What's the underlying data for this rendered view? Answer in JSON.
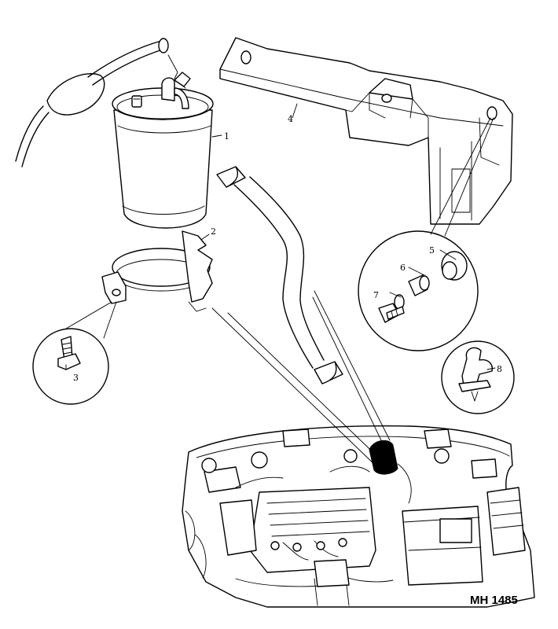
{
  "callouts": [
    {
      "id": "1",
      "label": "1"
    },
    {
      "id": "2",
      "label": "2"
    },
    {
      "id": "3",
      "label": "3"
    },
    {
      "id": "4",
      "label": "4"
    },
    {
      "id": "5",
      "label": "5"
    },
    {
      "id": "6",
      "label": "6"
    },
    {
      "id": "7",
      "label": "7"
    },
    {
      "id": "8",
      "label": "8"
    }
  ],
  "reference_code": "MH 1485"
}
